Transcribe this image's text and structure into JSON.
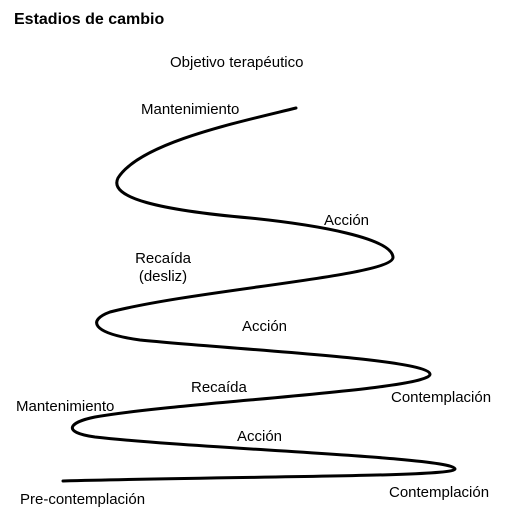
{
  "title": "Estadios de cambio",
  "labels": {
    "goal": "Objetivo terapéutico",
    "maintenance_top": "Mantenimiento",
    "action_1": "Acción",
    "relapse_slip_line1": "Recaída",
    "relapse_slip_line2": "(desliz)",
    "action_2": "Acción",
    "contemplation_1": "Contemplación",
    "relapse": "Recaída",
    "maintenance_bottom": "Mantenimiento",
    "action_3": "Acción",
    "contemplation_2": "Contemplación",
    "precontemplation": "Pre-contemplación"
  },
  "colors": {
    "stroke": "#000000",
    "text": "#000000",
    "background": "#ffffff"
  }
}
